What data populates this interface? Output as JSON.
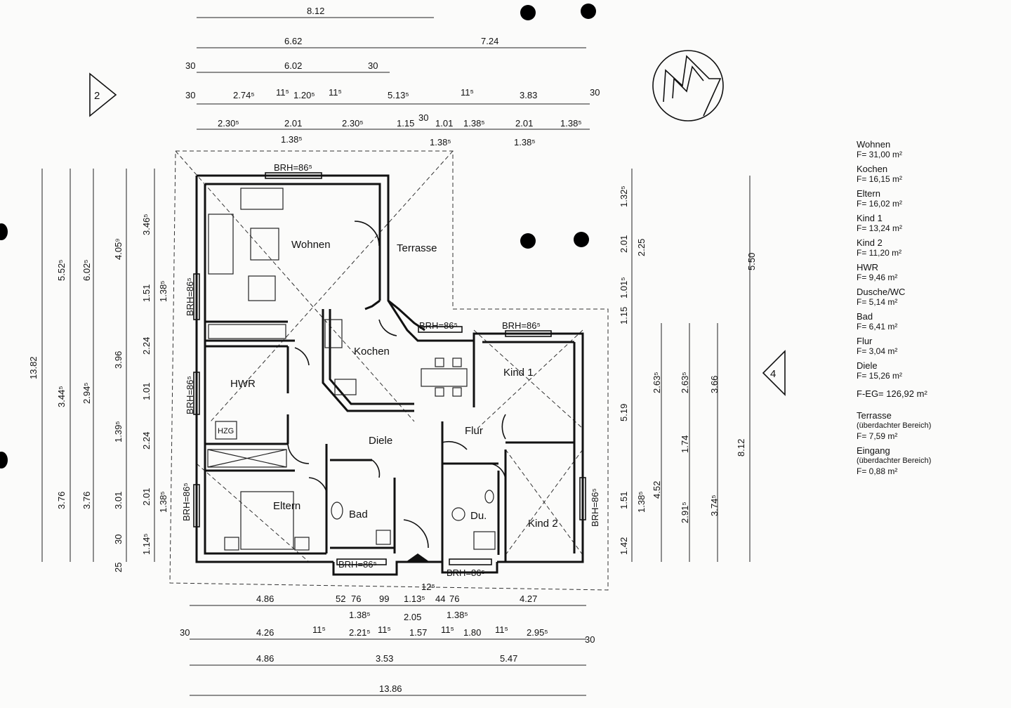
{
  "rooms": {
    "wohnen": "Wohnen",
    "terrasse": "Terrasse",
    "kochen": "Kochen",
    "hwr": "HWR",
    "kind1": "Kind 1",
    "flur": "Flur",
    "diele": "Diele",
    "eltern": "Eltern",
    "bad": "Bad",
    "dusche": "Du.",
    "kind2": "Kind 2",
    "hzg": "HZG"
  },
  "brh_label": "BRH=86⁵",
  "section_markers": {
    "left": "2",
    "right": "4"
  },
  "dimensions": {
    "top": [
      [
        "8.12"
      ],
      [
        "6.62",
        "7.24"
      ],
      [
        "30",
        "6.02",
        "30"
      ],
      [
        "30",
        "2.74⁵",
        "11⁵",
        "1.20⁵",
        "11⁵",
        "5.13⁵",
        "11⁵",
        "3.83",
        "30"
      ],
      [
        "2.30⁵",
        "2.01",
        "2.30⁵",
        "1.15",
        "30",
        "1.01",
        "1.38⁵",
        "2.01",
        "1.38⁵"
      ],
      [
        "1.38⁵",
        "1.38⁵",
        "1.38⁵"
      ]
    ],
    "bottom": [
      [
        "4.86",
        "52",
        "76",
        "99",
        "1.13⁵",
        "44",
        "76",
        "4.27",
        "12⁵"
      ],
      [
        "1.38⁵",
        "2.05",
        "1.38⁵"
      ],
      [
        "30",
        "4.26",
        "11⁵",
        "2.21⁵",
        "11⁵",
        "1.57",
        "11⁵",
        "1.80",
        "11⁵",
        "2.95⁵",
        "30"
      ],
      [
        "4.86",
        "3.53",
        "5.47"
      ],
      [
        "13.86"
      ]
    ],
    "left": [
      "13.82",
      "5.52⁵",
      "6.02⁵",
      "4.05⁹",
      "3.46⁵",
      "3.44⁵",
      "2.94⁵",
      "3.96",
      "3.76",
      "3.76",
      "3.01",
      "2.01",
      "1.38⁵",
      "2.24",
      "1.51",
      "1.38⁵",
      "1.01",
      "2.24",
      "1.39⁵",
      "30",
      "25",
      "1.14⁵"
    ],
    "right": [
      "5.50",
      "8.12",
      "2.25",
      "2.01",
      "1.32⁵",
      "1.01⁵",
      "1.15",
      "5.19",
      "1.51",
      "1.38⁵",
      "1.42",
      "2.63⁵",
      "2.63⁵",
      "3.66",
      "4.52",
      "1.74",
      "2.91⁵",
      "3.74⁵"
    ]
  },
  "legend": {
    "items": [
      {
        "name": "Wohnen",
        "area": "F=  31,00  m²"
      },
      {
        "name": "Kochen",
        "area": "F=  16,15  m²"
      },
      {
        "name": "Eltern",
        "area": "F=  16,02  m²"
      },
      {
        "name": "Kind  1",
        "area": "F=  13,24  m²"
      },
      {
        "name": "Kind  2",
        "area": "F=  11,20  m²"
      },
      {
        "name": "HWR",
        "area": "F=  9,46  m²"
      },
      {
        "name": "Dusche/WC",
        "area": "F=  5,14  m²"
      },
      {
        "name": "Bad",
        "area": "F=  6,41  m²"
      },
      {
        "name": "Flur",
        "area": "F=  3,04  m²"
      },
      {
        "name": "Diele",
        "area": "F=  15,26  m²"
      }
    ],
    "total": "F-EG=  126,92  m²",
    "extras": [
      {
        "name": "Terrasse",
        "sub": "(überdachter  Bereich)",
        "area": "F=  7,59  m²"
      },
      {
        "name": "Eingang",
        "sub": "(überdachter  Bereich)",
        "area": "F=  0,88  m²"
      }
    ]
  },
  "colors": {
    "ink": "#111111",
    "paper": "#fbfbfa"
  }
}
